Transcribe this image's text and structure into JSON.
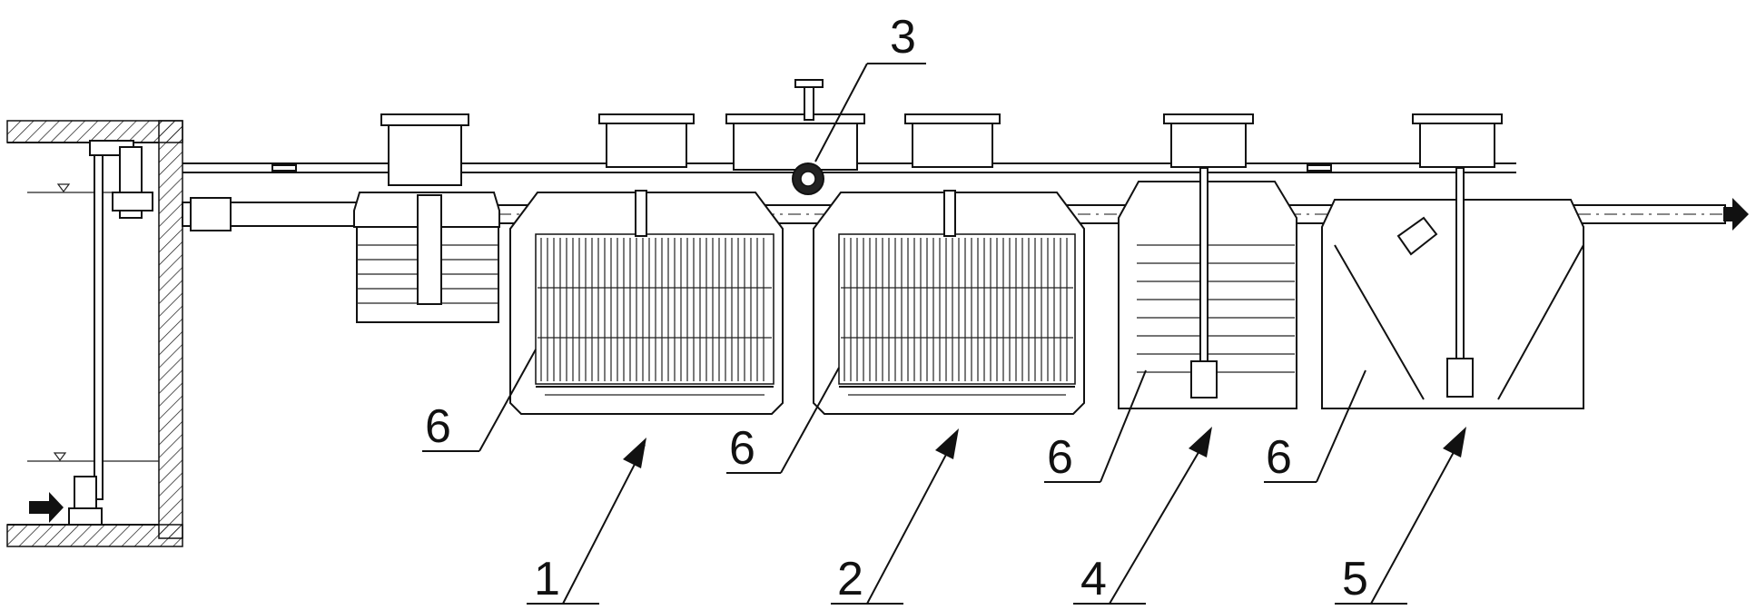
{
  "diagram": {
    "callouts": [
      {
        "id": "tank-1",
        "label": "1"
      },
      {
        "id": "tank-2",
        "label": "2"
      },
      {
        "id": "blower",
        "label": "3"
      },
      {
        "id": "tank-4",
        "label": "4"
      },
      {
        "id": "tank-5",
        "label": "5"
      },
      {
        "id": "body-a",
        "label": "6"
      },
      {
        "id": "body-b",
        "label": "6"
      },
      {
        "id": "body-c",
        "label": "6"
      },
      {
        "id": "body-d",
        "label": "6"
      }
    ]
  }
}
